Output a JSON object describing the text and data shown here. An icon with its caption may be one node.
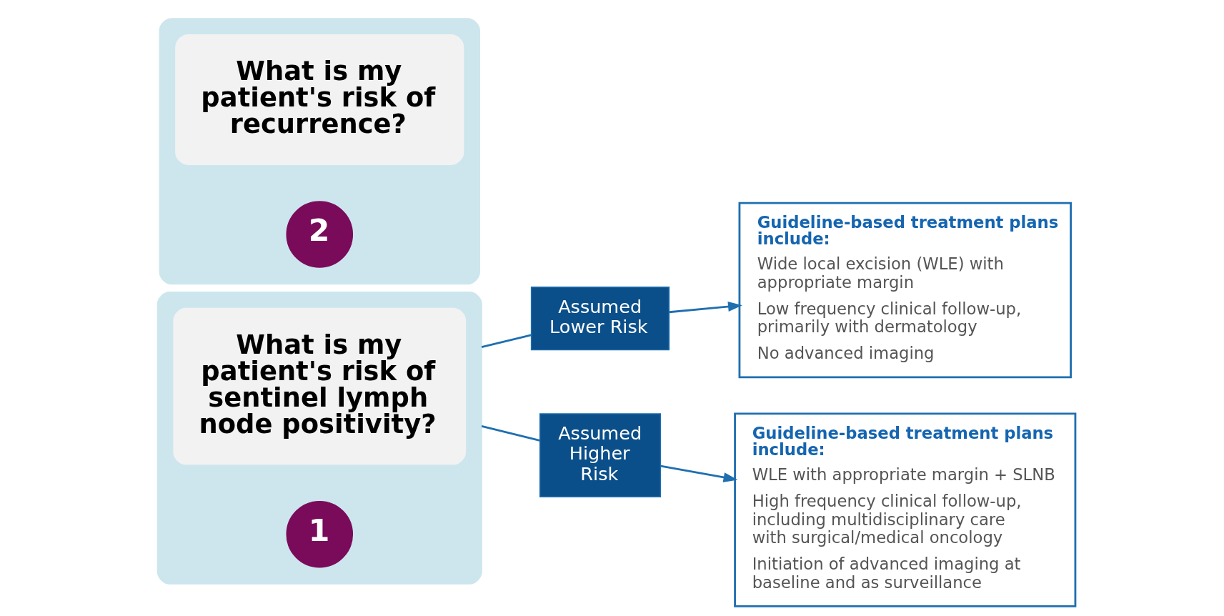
{
  "diagram": {
    "nodes": [
      {
        "text": [],
        "shape": "box"
      },
      {
        "text": [
          "1"
        ],
        "in": 0
      },
      {
        "text": [
          "What is my patient's risk of sentinel lymph node positivity?"
        ],
        "in": 0
      },
      {
        "text": [],
        "shape": "box"
      },
      {
        "text": [
          "2"
        ],
        "in": 3
      },
      {
        "text": [
          "What is my patient's risk of recurrence?"
        ],
        "in": 3
      },
      {
        "text": [
          "Assumed Lower Risk"
        ]
      },
      {
        "text": [
          "Assumed Higher Risk"
        ]
      },
      {
        "text": [
          "Guideline-based treatment plans include:",
          "Wide local excision (WLE) with appropriate margin",
          "Low frequency clinical follow-up, primarily with dermatology",
          "No advanced imaging"
        ]
      },
      {
        "text": [
          "Guideline-based treatment plans include:",
          "WLE with appropriate margin + SLNB",
          "High frequency clinical follow-up, including multidisciplinary care with surgical/medical oncology",
          "Initiation of advanced imaging at baseline and as surveillance"
        ]
      }
    ],
    "edges": [
      {
        "from": 0,
        "to": 6,
        "arrow": "none"
      },
      {
        "from": 0,
        "to": 7,
        "arrow": "none"
      },
      {
        "from": 6,
        "to": 8,
        "arrow": "to"
      },
      {
        "from": 7,
        "to": 9,
        "arrow": "to"
      }
    ]
  }
}
